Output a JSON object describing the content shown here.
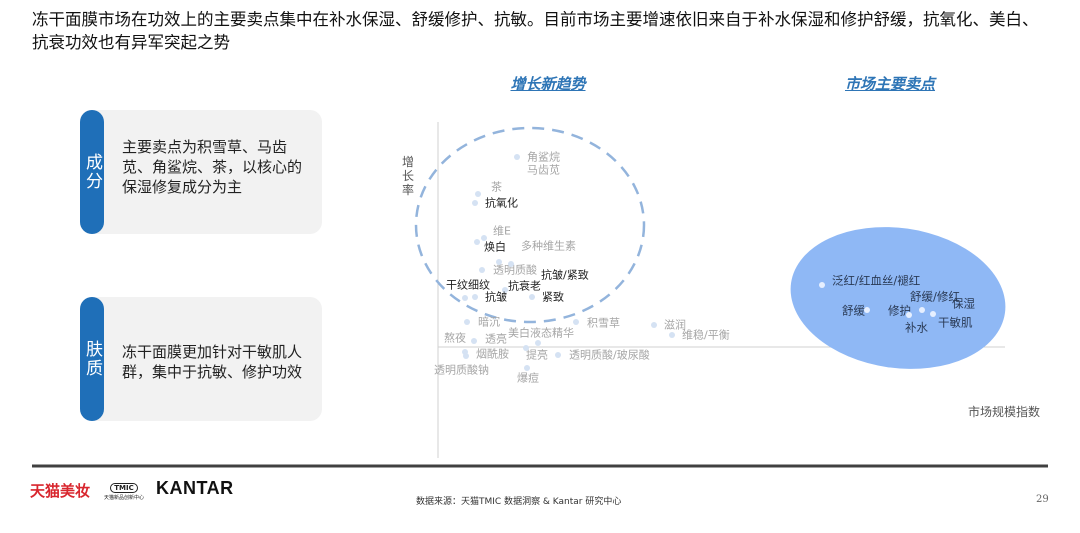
{
  "title": "冻干面膜市场在功效上的主要卖点集中在补水保湿、舒缓修护、抗敏。目前市场主要增速依旧来自于补水保湿和修护舒缓，抗氧化、美白、抗衰功效也有异军突起之势",
  "cards": [
    {
      "tag": "成分",
      "text": "主要卖点为积雪草、马齿苋、角鲨烷、茶，以核心的保湿修复成分为主"
    },
    {
      "tag": "肤质",
      "text": "冻干面膜更加针对干敏肌人群，集中于抗敏、修护功效"
    }
  ],
  "chart": {
    "headings": {
      "trend": "增长新趋势",
      "selling": "市场主要卖点"
    },
    "y_label": "增长率",
    "x_label": "市场规模指数",
    "trend_labels": [
      "角鲨烷",
      "马齿苋",
      "茶",
      "抗氧化",
      "维E",
      "焕白",
      "多种维生素",
      "透明质酸",
      "抗皱/紧致",
      "干纹细纹",
      "抗衰老",
      "抗皱",
      "紧致",
      "暗沉",
      "积雪草",
      "滋润",
      "维稳/平衡",
      "美白液态精华",
      "熬夜",
      "透亮",
      "烟酰胺",
      "提亮",
      "透明质酸/玻尿酸",
      "透明质酸钠",
      "爆痘"
    ],
    "main_labels": [
      "泛红/红血丝/褪红",
      "舒缓",
      "修护",
      "舒缓/修红",
      "保湿",
      "补水",
      "干敏肌"
    ],
    "colors": {
      "ellipse_fill": "#8fb8f5",
      "dashed": "#93b4dc",
      "accent": "#1f6fb8",
      "heading": "#2e75b6"
    }
  },
  "footer": {
    "brand1": "天猫美妆",
    "brand2_badge": "TMIC",
    "brand2_sub": "天猫新品创新中心",
    "brand3": "KANTAR",
    "source": "数据来源：天猫TMIC 数据洞察 & Kantar 研究中心",
    "page": "29"
  }
}
